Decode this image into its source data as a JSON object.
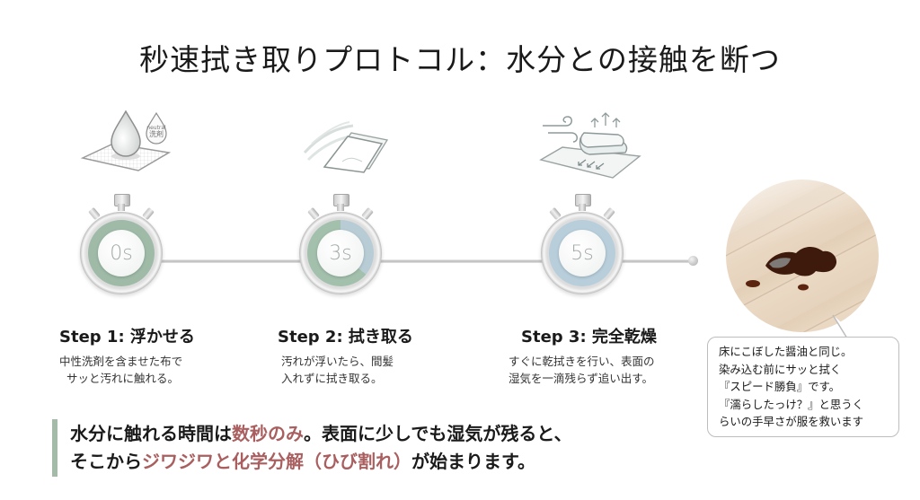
{
  "title": "秒速拭き取りプロトコル：水分との接触を断つ",
  "timeline": {
    "steps": [
      {
        "timer": "0s",
        "title": "Step 1: 浮かせる",
        "desc_lines": [
          "中性洗剤を含ませた布で",
          "サッと汚れに触れる。"
        ],
        "icon": "drop-and-cloth-icon",
        "icon_badge": {
          "line1": "neutral",
          "line2": "洗剤"
        },
        "ring_color": "#9fbba8"
      },
      {
        "timer": "3s",
        "title": "Step 2: 拭き取る",
        "desc_lines": [
          "汚れが浮いたら、間髪",
          "入れずに拭き取る。"
        ],
        "icon": "wiping-cloth-icon",
        "ring_color": "#a3c0ad"
      },
      {
        "timer": "5s",
        "title": "Step 3: 完全乾燥",
        "desc_lines": [
          "すぐに乾拭きを行い、表面の",
          "湿気を一滴残らず追い出す。"
        ],
        "icon": "dry-towel-airflow-icon",
        "ring_color": "#b8cedb"
      }
    ]
  },
  "side_note": {
    "image": "soy-sauce-spill-on-wood-floor",
    "lines": [
      "床にこぼした醤油と同じ。",
      "染み込む前にサッと拭く",
      "『スピード勝負』です。",
      "『濡らしたっけ？』と思うく",
      "らいの手早さが服を救います"
    ]
  },
  "callout": {
    "line1": [
      {
        "text": "水分に触れる時間は",
        "highlight": false
      },
      {
        "text": "数秒のみ",
        "highlight": true
      },
      {
        "text": "。表面に少しでも湿気が残ると、",
        "highlight": false
      }
    ],
    "line2": [
      {
        "text": "そこから",
        "highlight": false
      },
      {
        "text": "ジワジワと化学分解（ひび割れ）",
        "highlight": true
      },
      {
        "text": "が始まります。",
        "highlight": false
      }
    ],
    "accent_color": "#a4bba9",
    "highlight_color": "#a95f5f"
  }
}
